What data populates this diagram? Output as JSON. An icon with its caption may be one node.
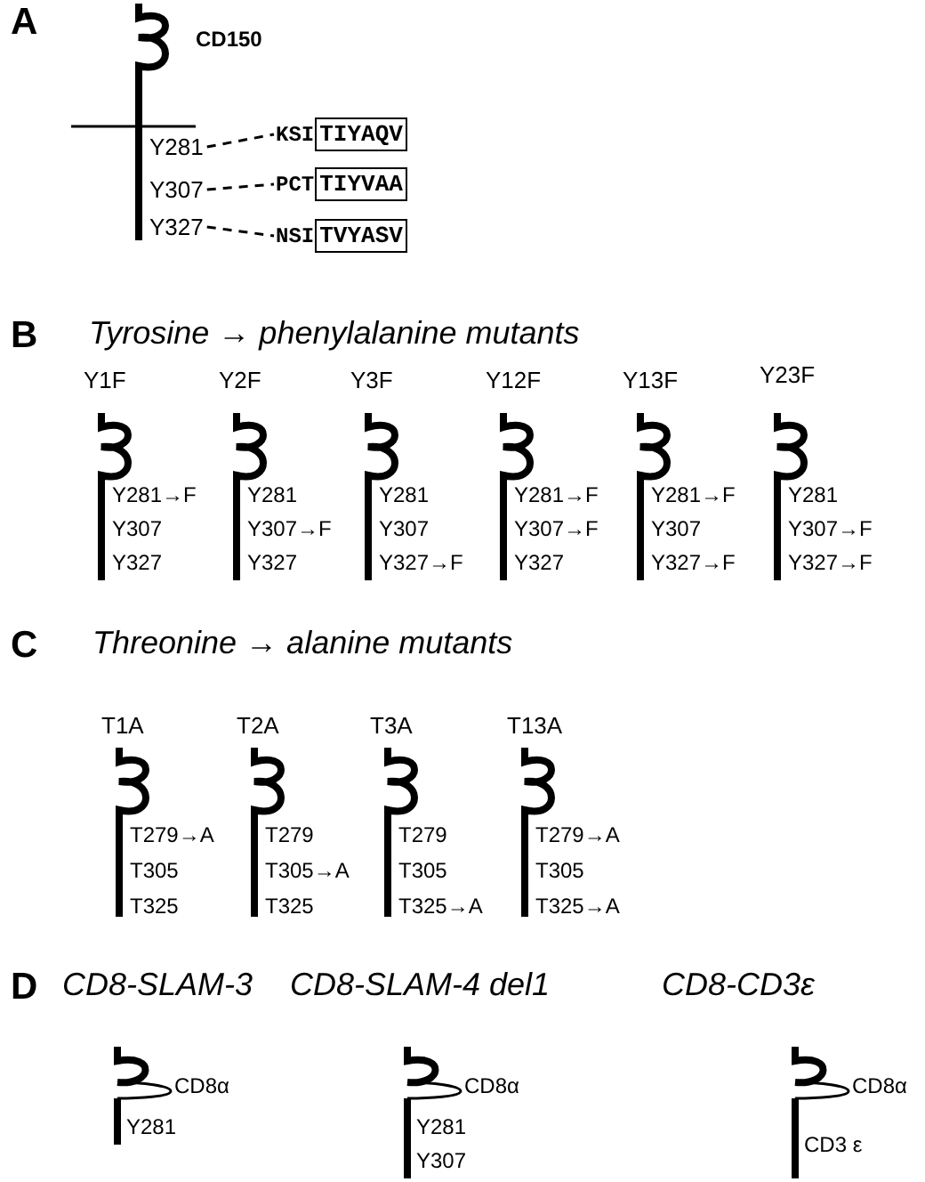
{
  "diagram": {
    "nodes": [
      {
        "text": [
          "Y281"
        ]
      },
      {
        "text": [
          "Y307"
        ]
      },
      {
        "text": [
          "Y327"
        ]
      },
      {
        "text": [
          "KSI",
          "TIYAQV"
        ]
      },
      {
        "text": [
          "PCT",
          "TIYVAA"
        ]
      },
      {
        "text": [
          "NSI",
          "TVYASV"
        ]
      }
    ],
    "edges": [
      {
        "from": 0,
        "to": 3,
        "arrow": "none",
        "style": "dashed"
      },
      {
        "from": 1,
        "to": 4,
        "arrow": "none",
        "style": "dashed"
      },
      {
        "from": 2,
        "to": 5,
        "arrow": "none",
        "style": "dashed"
      }
    ],
    "labels": [
      "A",
      "CD150",
      "B",
      "Tyrosine → phenylalanine mutants",
      "Y1F",
      "Y281→F",
      "Y307",
      "Y327",
      "Y2F",
      "Y281",
      "Y307→F",
      "Y327",
      "Y3F",
      "Y281",
      "Y307",
      "Y327→F",
      "Y12F",
      "Y281→F",
      "Y307→F",
      "Y327",
      "Y13F",
      "Y281→F",
      "Y307",
      "Y327→F",
      "Y23F",
      "Y281",
      "Y307→F",
      "Y327→F",
      "C",
      "Threonine → alanine mutants",
      "T1A",
      "T279→A",
      "T305",
      "T325",
      "T2A",
      "T279",
      "T305→A",
      "T325",
      "T3A",
      "T279",
      "T305",
      "T325→A",
      "T13A",
      "T279→A",
      "T305",
      "T325→A",
      "D",
      "CD8-SLAM-3",
      "CD8α",
      "Y281",
      "CD8-SLAM-4 del1",
      "CD8α",
      "Y281",
      "Y307",
      "CD8-CD3ε",
      "CD8α",
      "CD3 ε"
    ]
  }
}
